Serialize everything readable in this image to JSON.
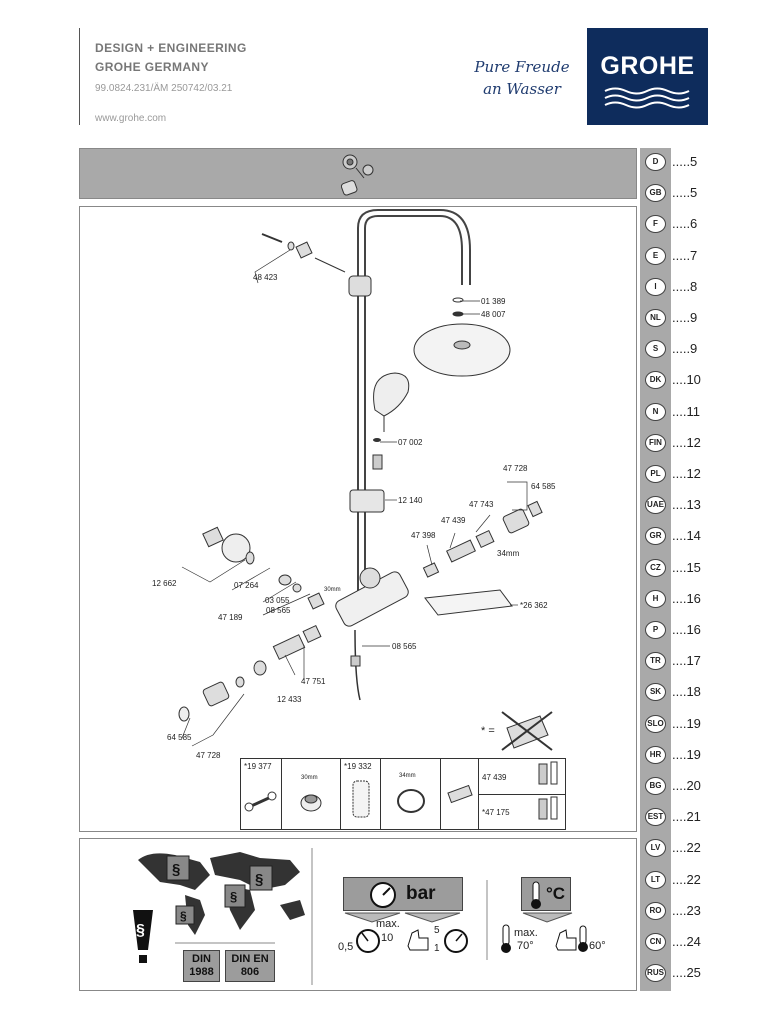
{
  "header": {
    "company_line1": "DESIGN + ENGINEERING",
    "company_line2": "GROHE GERMANY",
    "doc_number": "99.0824.231/ÄM 250742/03.21",
    "website": "www.grohe.com"
  },
  "brand": {
    "slogan_line1": "Pure Freude",
    "slogan_line2": "an Wasser",
    "logo_text": "GROHE",
    "logo_color": "#0e2c5c"
  },
  "languages": [
    {
      "code": "D",
      "page": ".....5"
    },
    {
      "code": "GB",
      "page": ".....5"
    },
    {
      "code": "F",
      "page": ".....6"
    },
    {
      "code": "E",
      "page": ".....7"
    },
    {
      "code": "I",
      "page": ".....8"
    },
    {
      "code": "NL",
      "page": ".....9"
    },
    {
      "code": "S",
      "page": ".....9"
    },
    {
      "code": "DK",
      "page": "....10"
    },
    {
      "code": "N",
      "page": "....11"
    },
    {
      "code": "FIN",
      "page": "....12"
    },
    {
      "code": "PL",
      "page": "....12"
    },
    {
      "code": "UAE",
      "page": "....13"
    },
    {
      "code": "GR",
      "page": "....14"
    },
    {
      "code": "CZ",
      "page": "....15"
    },
    {
      "code": "H",
      "page": "....16"
    },
    {
      "code": "P",
      "page": "....16"
    },
    {
      "code": "TR",
      "page": "....17"
    },
    {
      "code": "SK",
      "page": "....18"
    },
    {
      "code": "SLO",
      "page": "....19"
    },
    {
      "code": "HR",
      "page": "....19"
    },
    {
      "code": "BG",
      "page": "....20"
    },
    {
      "code": "EST",
      "page": "....21"
    },
    {
      "code": "LV",
      "page": "....22"
    },
    {
      "code": "LT",
      "page": "....22"
    },
    {
      "code": "RO",
      "page": "....23"
    },
    {
      "code": "CN",
      "page": "....24"
    },
    {
      "code": "RUS",
      "page": "....25"
    }
  ],
  "parts": {
    "p48423": "48 423",
    "p01389": "01 389",
    "p48007": "48 007",
    "p07002": "07 002",
    "p12140": "12 140",
    "p47728a": "47 728",
    "p64585a": "64 585",
    "p47743": "47 743",
    "p47439": "47 439",
    "p47398": "47 398",
    "p34mm": "34mm",
    "p12662": "12 662",
    "p07264": "07 264",
    "p03055": "03 055",
    "p08565a": "08 565",
    "p47189": "47 189",
    "p30mm": "30mm",
    "p26362": "*26 362",
    "p08565b": "08 565",
    "p47751": "47 751",
    "p12433": "12 433",
    "p64585b": "64 585",
    "p47728b": "47 728",
    "asterisk": "* ="
  },
  "tools": {
    "t19377": "*19 377",
    "t30mm": "30mm",
    "t19332": "*19 332",
    "t34mm": "34mm",
    "t47439": "47 439",
    "t47175": "*47 175"
  },
  "pressure": {
    "unit": "bar",
    "min": "0,5",
    "max_label": "max.",
    "max": "10",
    "rec_high": "5",
    "rec_low": "1"
  },
  "temperature": {
    "unit": "°C",
    "max_label": "max.",
    "max": "70°",
    "rec": "60°"
  },
  "standards": {
    "din1_line1": "DIN",
    "din1_line2": "1988",
    "din2_line1": "DIN  EN",
    "din2_line2": "806"
  }
}
